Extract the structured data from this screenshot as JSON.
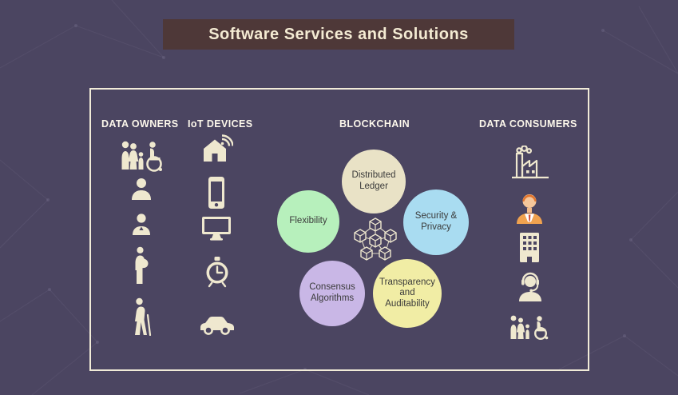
{
  "title": "Software Services and Solutions",
  "colors": {
    "background": "#4b4561",
    "banner": "#4e3838",
    "panel_border": "#f1ebd8",
    "icon": "#efe8cf",
    "header_text": "#fdf8ec",
    "bubble_text": "#3b3b3b"
  },
  "panel": {
    "data_owners": {
      "header": "DATA OWNERS",
      "icons": [
        "family-with-wheelchair-icon",
        "person-bust-icon",
        "woman-icon",
        "pregnant-woman-icon",
        "elderly-person-cane-icon"
      ]
    },
    "iot_devices": {
      "header": "IoT DEVICES",
      "icons": [
        "smart-home-icon",
        "smartphone-icon",
        "monitor-icon",
        "smartwatch-icon",
        "car-icon"
      ]
    },
    "blockchain": {
      "header": "BLOCKCHAIN",
      "center_icon": "blockchain-network-icon",
      "bubbles": [
        {
          "label": "Distributed Ledger",
          "color": "#e9e2c6"
        },
        {
          "label": "Flexibility",
          "color": "#b7f0bc"
        },
        {
          "label": "Security & Privacy",
          "color": "#a9dcf1"
        },
        {
          "label": "Consensus Algorithms",
          "color": "#c9b7e6"
        },
        {
          "label": "Transparency and Auditability",
          "color": "#f1eda5"
        }
      ]
    },
    "data_consumers": {
      "header": "DATA CONSUMERS",
      "icons": [
        "factory-icon",
        "businessman-icon",
        "office-building-icon",
        "customer-support-icon",
        "family-with-wheelchair-icon"
      ]
    }
  }
}
